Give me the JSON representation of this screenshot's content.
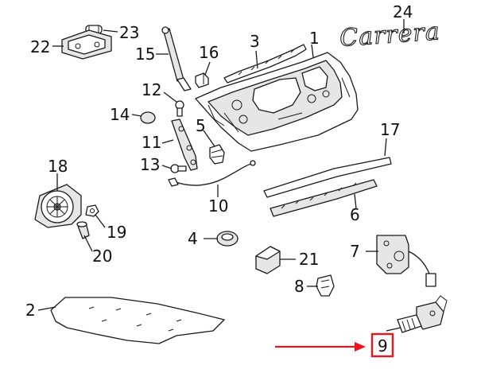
{
  "callouts": [
    {
      "num": "1",
      "name": "callout-1"
    },
    {
      "num": "2",
      "name": "callout-2"
    },
    {
      "num": "3",
      "name": "callout-3"
    },
    {
      "num": "4",
      "name": "callout-4"
    },
    {
      "num": "5",
      "name": "callout-5"
    },
    {
      "num": "6",
      "name": "callout-6"
    },
    {
      "num": "7",
      "name": "callout-7"
    },
    {
      "num": "8",
      "name": "callout-8"
    },
    {
      "num": "9",
      "name": "callout-9-highlighted"
    },
    {
      "num": "10",
      "name": "callout-10"
    },
    {
      "num": "11",
      "name": "callout-11"
    },
    {
      "num": "12",
      "name": "callout-12"
    },
    {
      "num": "13",
      "name": "callout-13"
    },
    {
      "num": "14",
      "name": "callout-14"
    },
    {
      "num": "15",
      "name": "callout-15"
    },
    {
      "num": "16",
      "name": "callout-16"
    },
    {
      "num": "17",
      "name": "callout-17"
    },
    {
      "num": "18",
      "name": "callout-18"
    },
    {
      "num": "19",
      "name": "callout-19"
    },
    {
      "num": "20",
      "name": "callout-20"
    },
    {
      "num": "21",
      "name": "callout-21"
    },
    {
      "num": "22",
      "name": "callout-22"
    },
    {
      "num": "23",
      "name": "callout-23"
    },
    {
      "num": "24",
      "name": "callout-24"
    }
  ],
  "emblem": {
    "text": "Carrera"
  },
  "highlight": {
    "part": "9",
    "color": "#e8141e"
  },
  "colors": {
    "line": "#1a1a1a",
    "highlight": "#e8141e",
    "background": "#ffffff"
  }
}
